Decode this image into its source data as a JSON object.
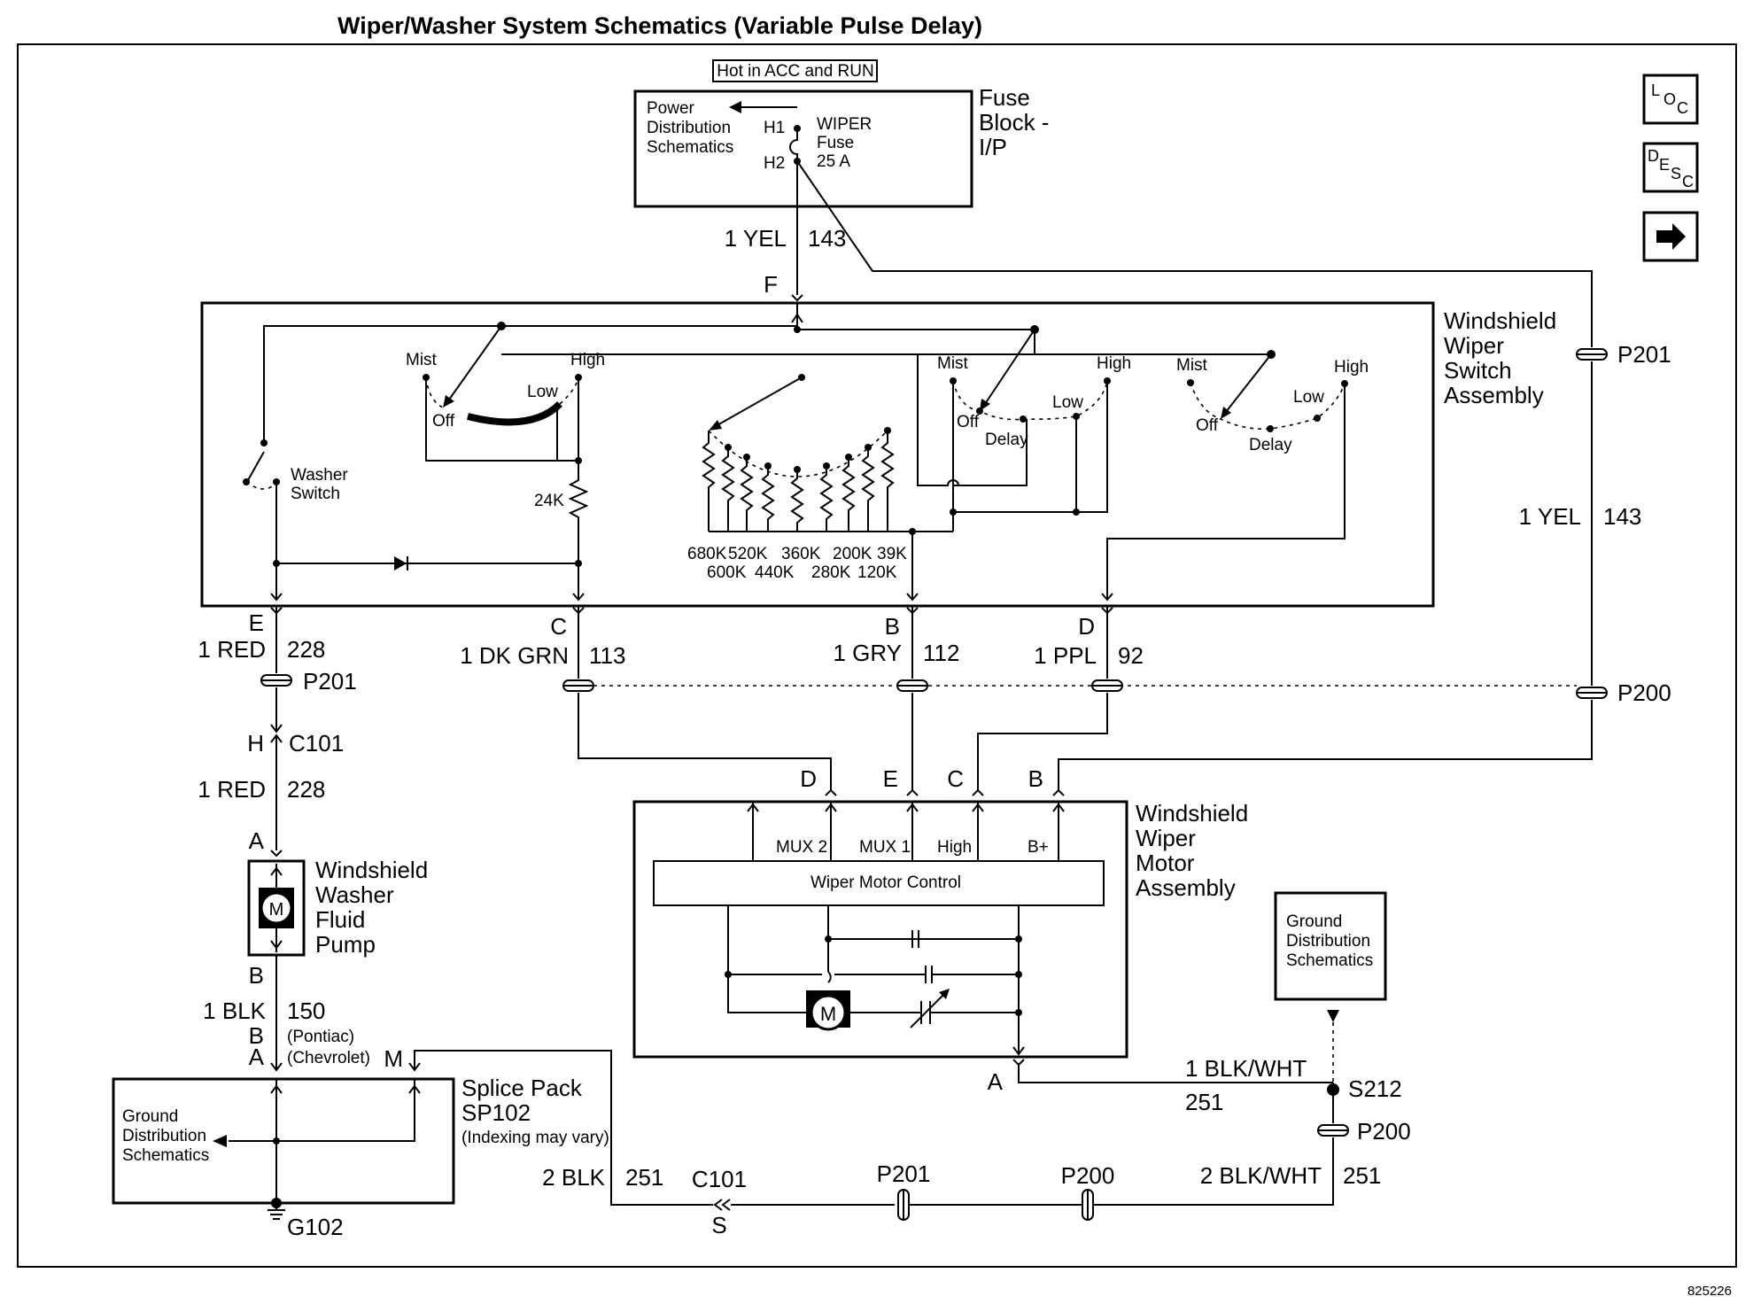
{
  "title": "Wiper/Washer System Schematics (Variable Pulse Delay)",
  "doc_number": "825226",
  "nav": {
    "loc": "LOC",
    "desc": "DESC",
    "next": "next-arrow"
  },
  "fuse_block": {
    "hot_label": "Hot in ACC and RUN",
    "power_ref": [
      "Power",
      "Distribution",
      "Schematics"
    ],
    "h1": "H1",
    "h2": "H2",
    "fuse": [
      "WIPER",
      "Fuse",
      "25 A"
    ],
    "name": [
      "Fuse",
      "Block -",
      "I/P"
    ]
  },
  "wires": {
    "yel_143": [
      "1 YEL",
      "143"
    ],
    "red_228": [
      "1 RED",
      "228"
    ],
    "dkgrn_113": [
      "1 DK GRN",
      "113"
    ],
    "gry_112": [
      "1 GRY",
      "112"
    ],
    "ppl_92": [
      "1 PPL",
      "92"
    ],
    "blk_150": [
      "1 BLK",
      "150"
    ],
    "blkwht_251": [
      "1 BLK/WHT",
      "251"
    ],
    "blk2_251": [
      "2 BLK",
      "251"
    ],
    "blkwht2_251": [
      "2 BLK/WHT",
      "251"
    ]
  },
  "connectors": {
    "p200": "P200",
    "p201": "P201",
    "c101": "C101",
    "s212": "S212",
    "g102": "G102"
  },
  "pins": {
    "a": "A",
    "b": "B",
    "c": "C",
    "d": "D",
    "e": "E",
    "f": "F",
    "h": "H",
    "m": "M",
    "s": "S"
  },
  "switch_assembly": {
    "name": [
      "Windshield",
      "Wiper",
      "Switch",
      "Assembly"
    ],
    "positions": {
      "mist": "Mist",
      "high": "High",
      "low": "Low",
      "off": "Off",
      "delay": "Delay"
    },
    "washer_switch": [
      "Washer",
      "Switch"
    ],
    "r24k": "24K",
    "resistors_top": [
      "680K",
      "520K",
      "360K",
      "200K",
      "39K"
    ],
    "resistors_bottom": [
      "600K",
      "440K",
      "280K",
      "120K"
    ]
  },
  "motor_assembly": {
    "name": [
      "Windshield",
      "Wiper",
      "Motor",
      "Assembly"
    ],
    "control": "Wiper Motor Control",
    "terminals": [
      "MUX 2",
      "MUX 1",
      "High",
      "B+"
    ],
    "motor_symbol": "M"
  },
  "pump": {
    "name": [
      "Windshield",
      "Washer",
      "Fluid",
      "Pump"
    ],
    "motor_symbol": "M"
  },
  "splice_pack": {
    "name": [
      "Splice Pack",
      "SP102",
      "(Indexing may vary)"
    ],
    "ground_ref": [
      "Ground",
      "Distribution",
      "Schematics"
    ]
  },
  "ground_ref_right": [
    "Ground",
    "Distribution",
    "Schematics"
  ],
  "variants": {
    "pontiac": "(Pontiac)",
    "chevrolet": "(Chevrolet)"
  }
}
